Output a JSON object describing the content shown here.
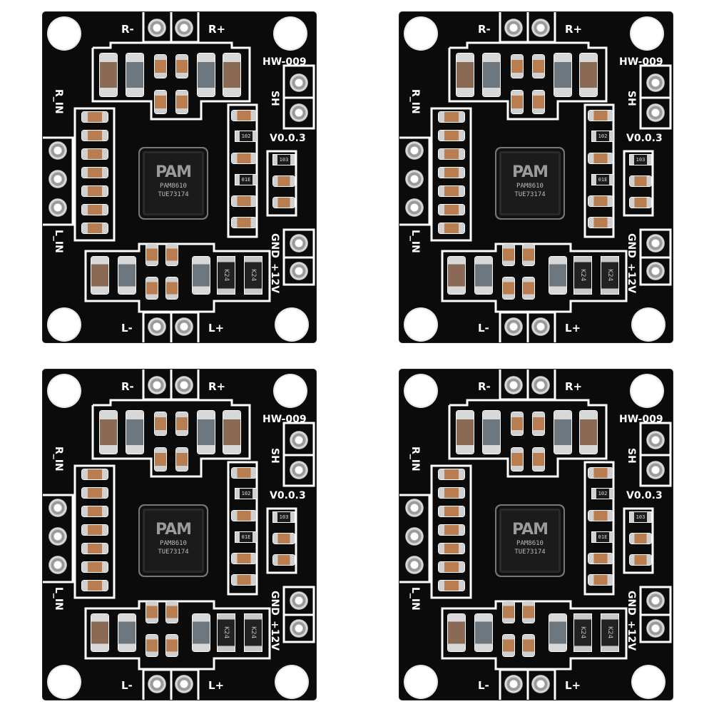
{
  "product": {
    "board_count": 4,
    "board_color": "#0b0b0b",
    "silkscreen_color": "#ffffff",
    "labels": {
      "r_minus": "R-",
      "r_plus": "R+",
      "model": "HW-009",
      "sh": "SH",
      "version": "V0.0.3",
      "r_in": "R_IN",
      "l_in": "L_IN",
      "gnd": "GND",
      "v12": "+12V",
      "l_minus": "L-",
      "l_plus": "L+"
    },
    "chip": {
      "logo": "PAM",
      "part": "PAM8610",
      "code": "TUE73174"
    },
    "resistor_codes": [
      "102",
      "103",
      "01E"
    ],
    "diode_code": "K24"
  }
}
